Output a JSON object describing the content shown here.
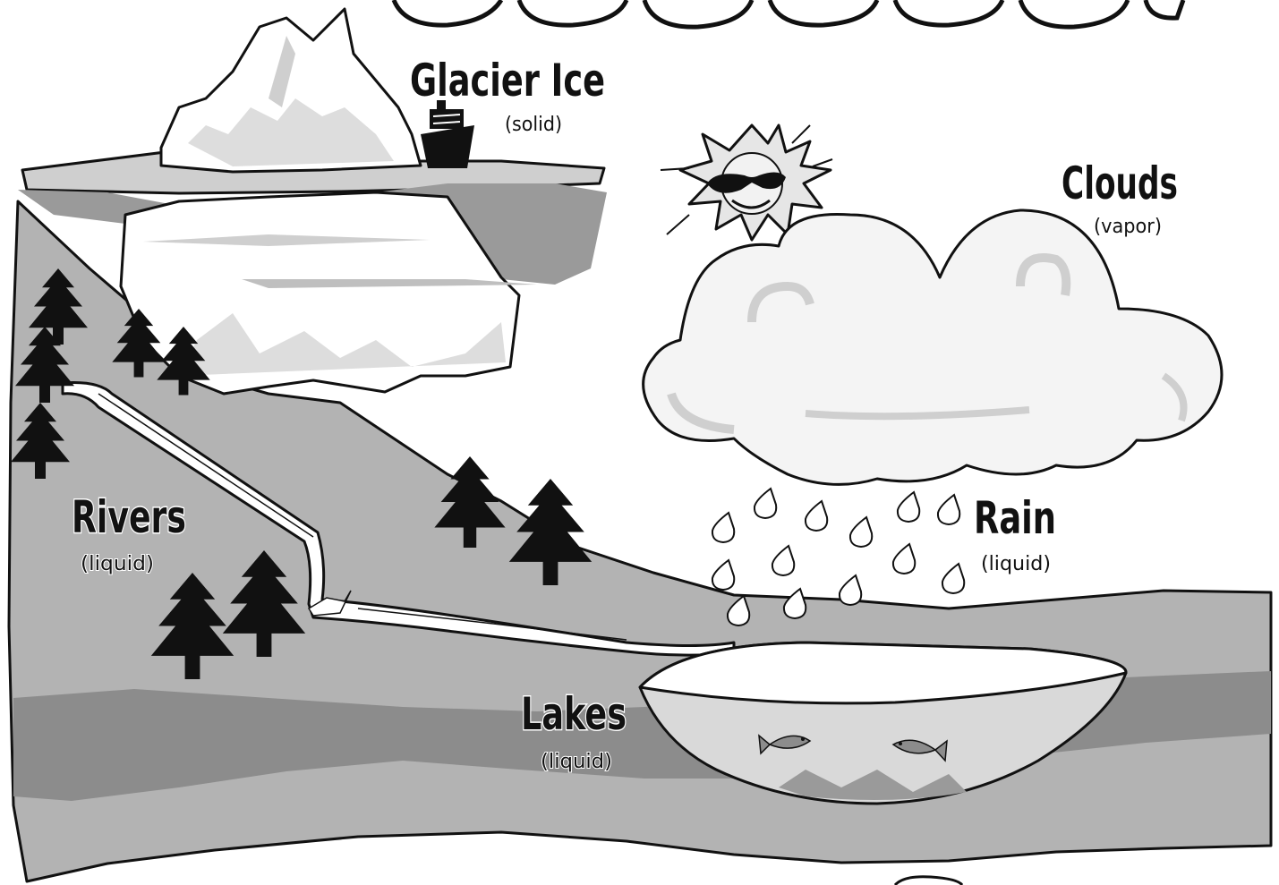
{
  "labels": {
    "glacier": {
      "name": "Glacier Ice",
      "state": "(solid)"
    },
    "clouds": {
      "name": "Clouds",
      "state": "(vapor)"
    },
    "rain": {
      "name": "Rain",
      "state": "(liquid)"
    },
    "rivers": {
      "name": "Rivers",
      "state": "(liquid)"
    },
    "lakes": {
      "name": "Lakes",
      "state": "(liquid)"
    }
  },
  "colors": {
    "ink": "#111111",
    "ground": "#b3b3b3",
    "ground_band": "#8c8c8c",
    "water": "#ffffff",
    "ice_shadow": "#cfcfcf",
    "trees": "#111111"
  }
}
